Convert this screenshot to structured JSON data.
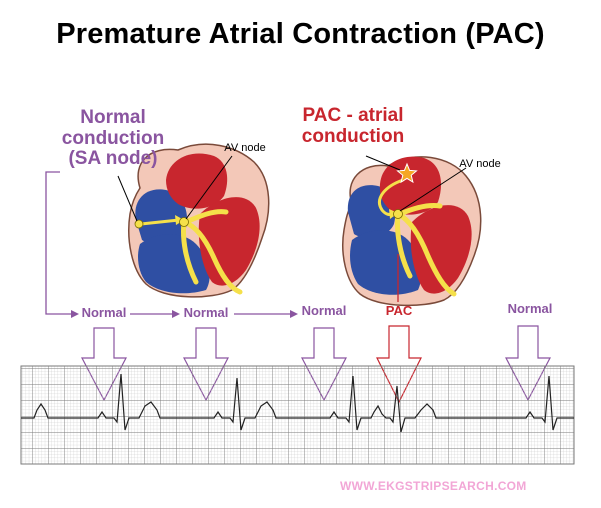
{
  "title": "Premature Atrial Contraction (PAC)",
  "normal_conduction": {
    "lines": [
      "Normal",
      "conduction",
      "(SA node)"
    ],
    "color": "#8a55a0"
  },
  "pac_conduction": {
    "lines": [
      "PAC - atrial",
      "conduction"
    ],
    "color": "#c8262e"
  },
  "av_node_label": "AV node",
  "beats": [
    {
      "label": "Normal",
      "type": "normal"
    },
    {
      "label": "Normal",
      "type": "normal"
    },
    {
      "label": "Normal",
      "type": "normal"
    },
    {
      "label": "PAC",
      "type": "pac"
    },
    {
      "label": "Normal",
      "type": "normal"
    }
  ],
  "watermark": "WWW.EKGSTRIPSEARCH.COM",
  "colors": {
    "normal": "#8a55a0",
    "pac": "#c8262e",
    "ventricle_blue": "#2f4fa3",
    "atrium_red": "#c8262e",
    "conduction_yellow": "#f5e04a",
    "ecg_grid": "#9a9a9a",
    "watermark": "#f2a6d6"
  }
}
